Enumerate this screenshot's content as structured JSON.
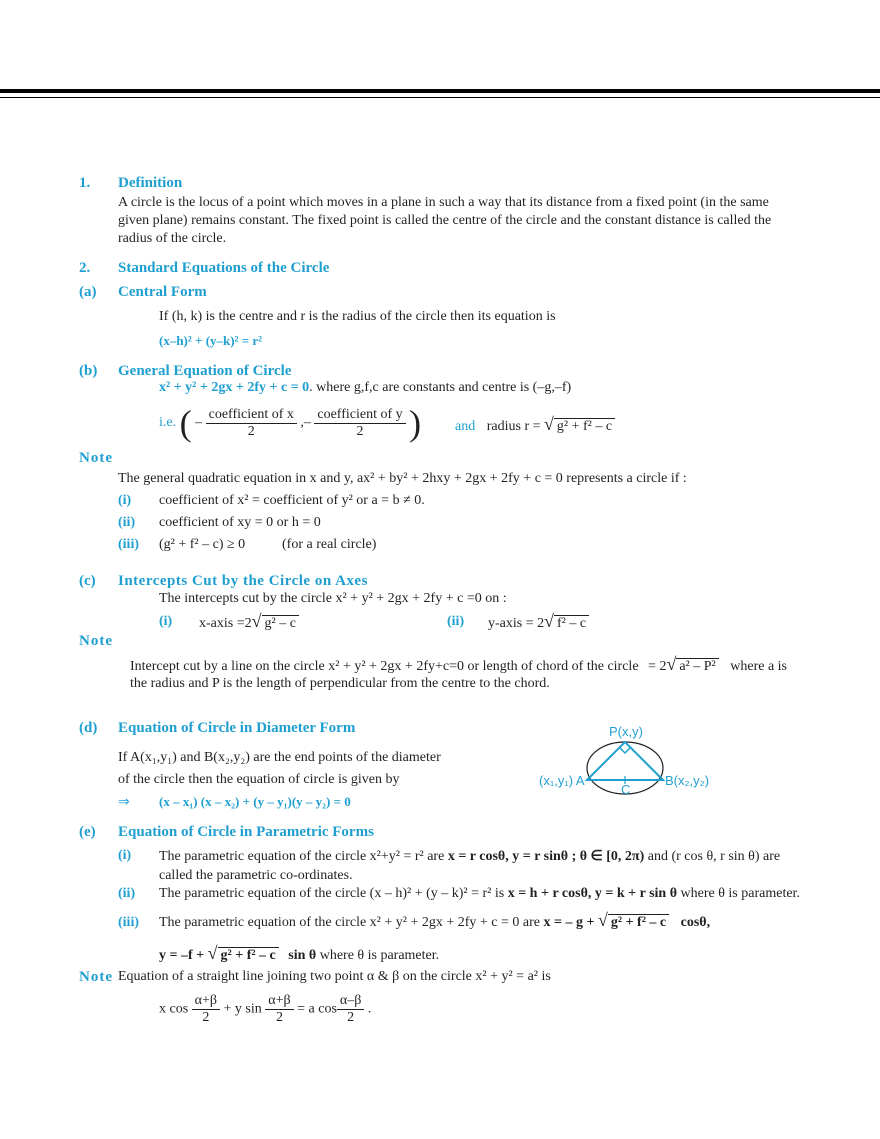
{
  "sec1": {
    "num": "1.",
    "title": "Definition",
    "lines": [
      "A circle is the locus of a point which moves in a plane in such a way that its distance from a fixed point (in the same",
      "given plane) remains constant. The fixed point is called the centre of the circle and the constant distance is called the",
      "radius of the circle."
    ]
  },
  "sec2": {
    "num": "2.",
    "title": "Standard Equations of the Circle"
  },
  "a": {
    "label": "(a)",
    "title": "Central Form",
    "text": "If (h, k) is the centre and r is the radius of the circle then its equation is",
    "eq": "(x–h)² + (y–k)² = r²"
  },
  "b": {
    "label": "(b)",
    "title": "General Equation of Circle",
    "eq": "x² + y² + 2gx + 2fy + c = 0",
    "text": ". where g,f,c are constants and centre is (–g,–f)",
    "ie": "i.e.",
    "coef_x": "coefficient  of  x",
    "coef_y": "coefficient  of  y",
    "den": "2",
    "and": "and",
    "radius_label": "radius",
    "radius_eq": "r =",
    "radius_root": "g² + f² – c"
  },
  "note1": {
    "label": "Note",
    "text": "The general quadratic equation in x and y, ax² + by² + 2hxy + 2gx + 2fy + c = 0 represents a circle if :",
    "items": [
      {
        "n": "(i)",
        "t": "coefficient of x² = coefficient of y² or a = b ≠ 0."
      },
      {
        "n": "(ii)",
        "t": "coefficient of xy = 0 or h = 0"
      },
      {
        "n": "(iii)",
        "t": "(g² + f² – c) ≥ 0",
        "t2": "(for a real circle)"
      }
    ]
  },
  "c": {
    "label": "(c)",
    "title": "Intercepts Cut by the Circle on Axes",
    "text": "The intercepts cut by the circle x² + y² + 2gx + 2fy + c =0 on :",
    "i": "(i)",
    "xaxis": "x-axis =",
    "xroot": "g² – c",
    "ii": "(ii)",
    "yaxis": "y-axis =",
    "yroot": "f² – c",
    "two": "2"
  },
  "note2": {
    "label": "Note",
    "line1": "Intercept cut by a line on the circle x² + y² + 2gx +  2fy+c=0 or length of chord of the circle",
    "eq": "= 2",
    "root": "a² – P²",
    "line1b": "where a is",
    "line2": "the radius and P is the length of perpendicular from the centre to the chord."
  },
  "d": {
    "label": "(d)",
    "title": "Equation of Circle in Diameter Form",
    "line1": "If A(x₁,y₁) and B(x₂,y₂) are the end points of the diameter",
    "line2": "of the circle then the equation of circle is given by",
    "arrow": "⇒",
    "eq": "(x – x₁) (x – x₂) + (y – y₁)(y – y₂) = 0",
    "diagram": {
      "P": "P(x,y)",
      "A": "(x₁,y₁) A",
      "B": "B(x₂,y₂)",
      "C": "C"
    }
  },
  "e": {
    "label": "(e)",
    "title": "Equation of Circle in Parametric Forms",
    "i": {
      "n": "(i)",
      "t1": "The parametric equation of the circle x²+y² = r² are",
      "b1": "x = r cosθ, y = r sinθ ; θ ∈ [0, 2π)",
      "t2": "and  (r cos θ,  r sin θ)  are",
      "t3": "called the parametric co-ordinates."
    },
    "ii": {
      "n": "(ii)",
      "t1": "The parametric equation of the circle  (x – h)² + (y – k)² = r² is",
      "b1": "x = h + r cosθ, y = k + r sin θ",
      "t2": "where θ is parameter."
    },
    "iii": {
      "n": "(iii)",
      "t1": "The parametric equation of the circle x² + y² + 2gx + 2fy + c = 0 are",
      "b1": "x = – g +",
      "root": "g² + f² – c",
      "b2": "cosθ,",
      "y1": "y = –f +",
      "y2": "sin θ",
      "y3": "where θ is parameter."
    }
  },
  "note3": {
    "label": "Note",
    "text": "Equation of a straight line joining two point α & β on the circle x² + y² = a² is",
    "xcos": "x cos",
    "plus_ysin": "+ y sin",
    "eq_acos": "= a cos",
    "ab_plus": "α+β",
    "ab_minus": "α–β",
    "two": "2",
    "dot": "."
  }
}
